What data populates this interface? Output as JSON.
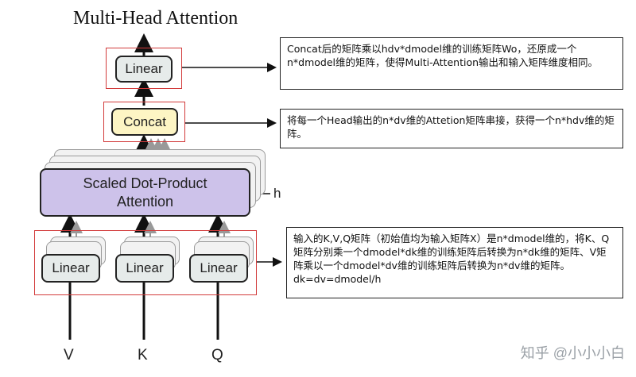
{
  "title": "Multi-Head Attention",
  "blocks": {
    "top_linear": "Linear",
    "concat": "Concat",
    "sdpa_line1": "Scaled Dot-Product",
    "sdpa_line2": "Attention",
    "h_label": "h",
    "input_linear_v": "Linear",
    "input_linear_k": "Linear",
    "input_linear_q": "Linear"
  },
  "inputs": {
    "v": "V",
    "k": "K",
    "q": "Q"
  },
  "notes": {
    "linear_note": "Concat后的矩阵乘以hdv*dmodel维的训练矩阵Wo，还原成一个n*dmodel维的矩阵，使得Multi-Attention输出和输入矩阵维度相同。",
    "concat_note": "将每一个Head输出的n*dv维的Attetion矩阵串接，获得一个n*hdv维的矩阵。",
    "input_note": "输入的K,V,Q矩阵（初始值均为输入矩阵X）是n*dmodel维的，将K、Q矩阵分别乘一个dmodel*dk维的训练矩阵后转换为n*dk维的矩阵、V矩阵乘以一个dmodel*dv维的训练矩阵后转换为n*dv维的矩阵。dk=dv=dmodel/h"
  },
  "watermark": "知乎 @小小小白",
  "colors": {
    "frame": "#d23b3b",
    "linear": "#e6ebea",
    "concat": "#fdf5c4",
    "sdpa": "#cdc2ea"
  }
}
